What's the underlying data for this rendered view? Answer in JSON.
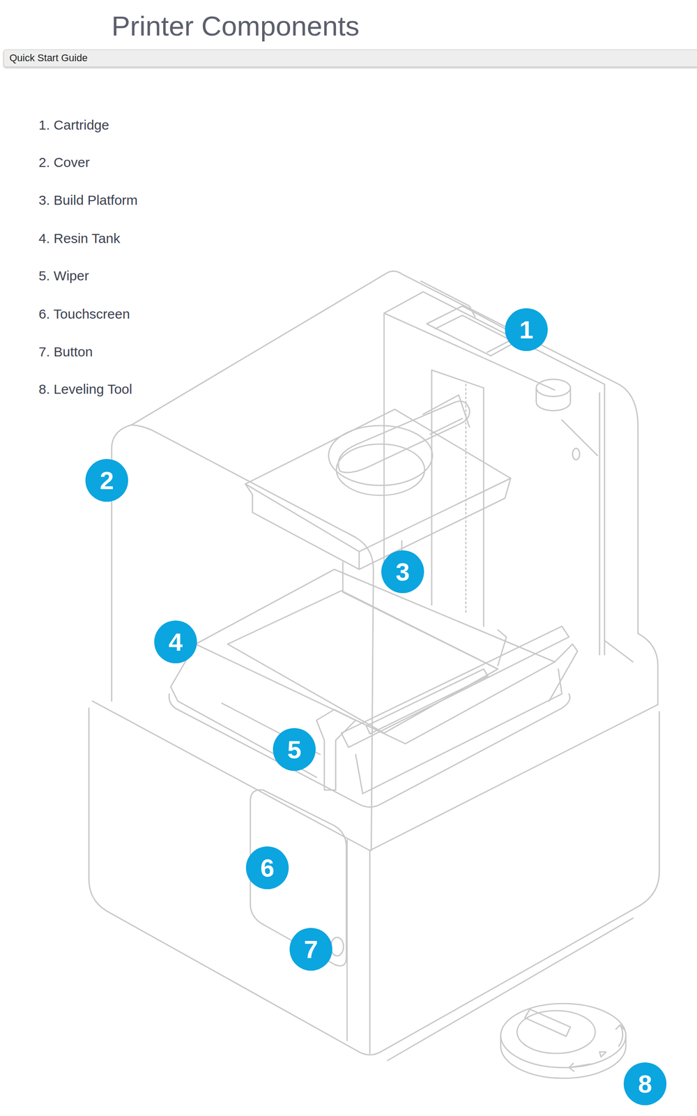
{
  "diagram": {
    "title": "Printer Components",
    "nodes": [
      {
        "text": [
          "1"
        ]
      },
      {
        "text": [
          "2"
        ]
      },
      {
        "text": [
          "3"
        ]
      },
      {
        "text": [
          "4"
        ]
      },
      {
        "text": [
          "5"
        ]
      },
      {
        "text": [
          "6"
        ]
      },
      {
        "text": [
          "7"
        ]
      },
      {
        "text": [
          "8"
        ]
      }
    ],
    "labels": [
      "Quick Start Guide",
      "1. Cartridge",
      "2. Cover",
      "3. Build Platform",
      "4. Resin Tank",
      "5. Wiper",
      "6. Touchscreen",
      "7. Button",
      "8. Leveling Tool"
    ]
  }
}
